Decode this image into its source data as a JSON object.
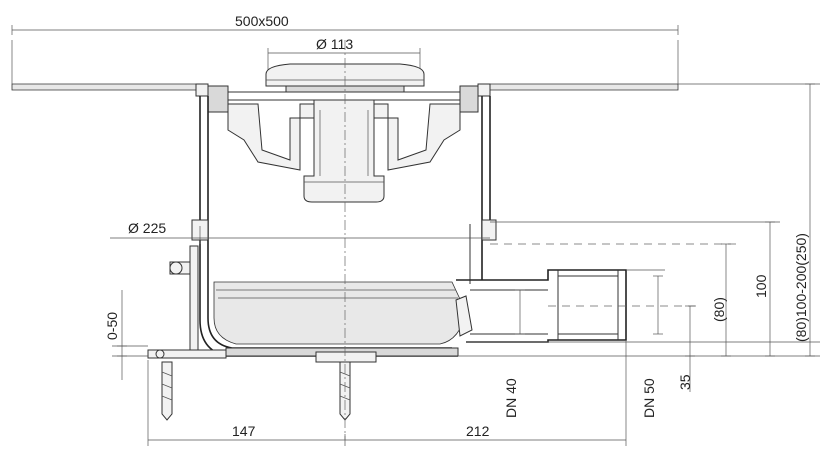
{
  "dimensions": {
    "plate_size": "500x500",
    "grate_diameter": "Ø 113",
    "body_diameter": "Ø 225",
    "adjust_range": "0-50",
    "outlet_dn40": "DN 40",
    "outlet_dn50": "DN 50",
    "height_35": "35",
    "height_80": "(80)",
    "height_100": "100",
    "height_range": "(80)100-200(250)",
    "offset_147": "147",
    "offset_212": "212"
  }
}
